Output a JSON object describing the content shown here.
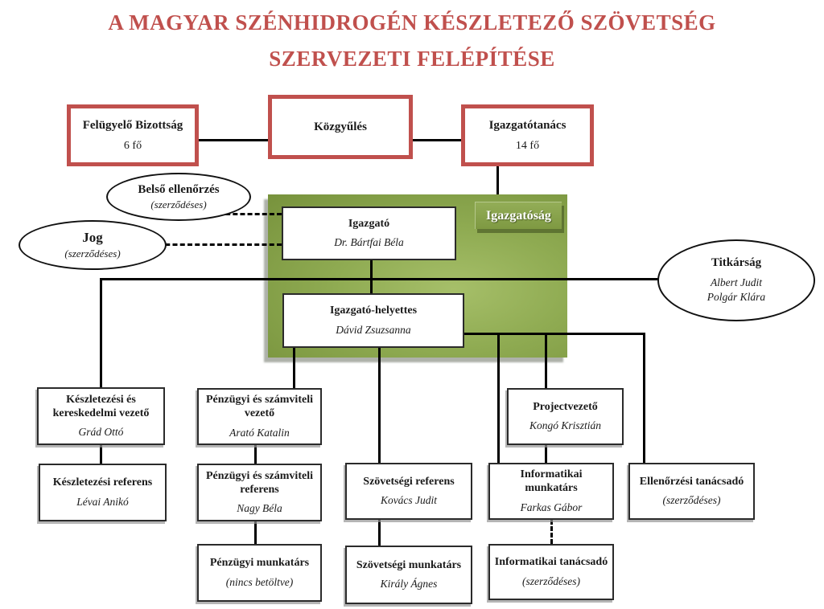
{
  "title": {
    "line1": "A MAGYAR SZÉNHIDROGÉN KÉSZLETEZŐ SZÖVETSÉG",
    "line2": "SZERVEZETI FELÉPÍTÉSE"
  },
  "colors": {
    "accent_red": "#c0504d",
    "green_dark": "#77923c",
    "green_light": "#a6bf69",
    "line_black": "#000000"
  },
  "top_row": {
    "felugyelo": {
      "title": "Felügyelő Bizottság",
      "subtitle": "6 fő"
    },
    "kozgyules": {
      "title": "Közgyűlés"
    },
    "igazgatotanacs": {
      "title": "Igazgatótanács",
      "subtitle": "14 fő"
    }
  },
  "ellipses": {
    "belso": {
      "title": "Belső ellenőrzés",
      "note": "(szerződéses)"
    },
    "jog": {
      "title": "Jog",
      "note": "(szerződéses)"
    },
    "titkarsag": {
      "title": "Titkárság",
      "name1": "Albert Judit",
      "name2": "Polgár Klára"
    }
  },
  "board": {
    "label": "Igazgatóság",
    "igazgato": {
      "title": "Igazgató",
      "name": "Dr. Bártfai Béla"
    },
    "helyettes": {
      "title": "Igazgató-helyettes",
      "name": "Dávid Zsuzsanna"
    }
  },
  "org_boxes": {
    "keszletezesi_vezeto": {
      "title": "Készletezési és kereskedelmi vezető",
      "name": "Grád Ottó"
    },
    "penzugyi_vezeto": {
      "title": "Pénzügyi és számviteli vezető",
      "name": "Arató Katalin"
    },
    "projectvezeto": {
      "title": "Projectvezető",
      "name": "Kongó Krisztián"
    },
    "keszletezesi_referens": {
      "title": "Készletezési referens",
      "name": "Lévai Anikó"
    },
    "penzugyi_referens": {
      "title": "Pénzügyi és számviteli referens",
      "name": "Nagy Béla"
    },
    "szovetsegi_referens": {
      "title": "Szövetségi referens",
      "name": "Kovács Judit"
    },
    "informatikai_munkatars": {
      "title": "Informatikai munkatárs",
      "name": "Farkas Gábor"
    },
    "ellenorzesi_tanacsado": {
      "title": "Ellenőrzési tanácsadó",
      "name": "(szerződéses)"
    },
    "penzugyi_munkatars": {
      "title": "Pénzügyi munkatárs",
      "name": "(nincs betöltve)"
    },
    "szovetsegi_munkatars": {
      "title": "Szövetségi munkatárs",
      "name": "Király Ágnes"
    },
    "informatikai_tanacsado": {
      "title": "Informatikai tanácsadó",
      "name": "(szerződéses)"
    }
  }
}
